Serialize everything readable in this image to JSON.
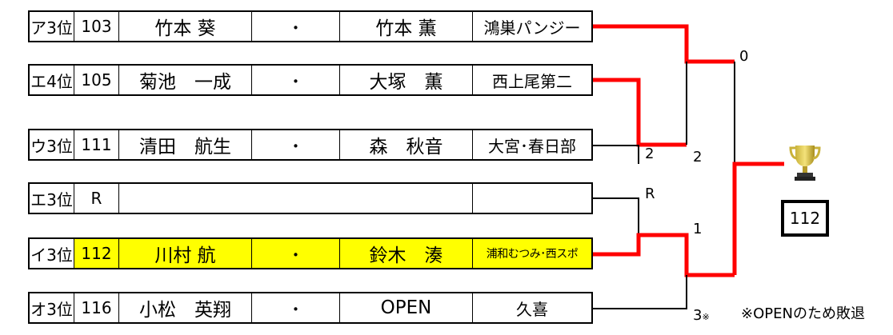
{
  "rows": [
    {
      "rank": "ア3位",
      "num": "103",
      "p1": "竹本 葵",
      "dot": "・",
      "p2": "竹本 薫",
      "team": "鴻巣パンジー"
    },
    {
      "rank": "エ4位",
      "num": "105",
      "p1": "菊池　一成",
      "dot": "・",
      "p2": "大塚　薫",
      "team": "西上尾第二"
    },
    {
      "rank": "ウ3位",
      "num": "111",
      "p1": "清田　航生",
      "dot": "・",
      "p2": "森　秋音",
      "team": "大宮･春日部"
    },
    {
      "rank": "エ3位",
      "num": "R",
      "p1": "",
      "dot": "",
      "p2": "",
      "team": ""
    },
    {
      "rank": "イ3位",
      "num": "112",
      "p1": "川村 航",
      "dot": "・",
      "p2": "鈴木　湊",
      "team": "浦和むつみ･西スポ"
    },
    {
      "rank": "オ3位",
      "num": "116",
      "p1": "小松　英翔",
      "dot": "・",
      "p2": "OPEN",
      "team": "久喜"
    }
  ],
  "scores": {
    "s0": "0",
    "s2a": "2",
    "s2b": "2",
    "sR": "R",
    "s1": "1",
    "s3": "3",
    "s3mark": "※"
  },
  "winner": "112",
  "note": "※OPENのため敗退",
  "colors": {
    "win_line": "#ff0000",
    "loss_line": "#000000",
    "highlight": "#ffff00"
  },
  "icons": {
    "trophy": "trophy-icon"
  }
}
